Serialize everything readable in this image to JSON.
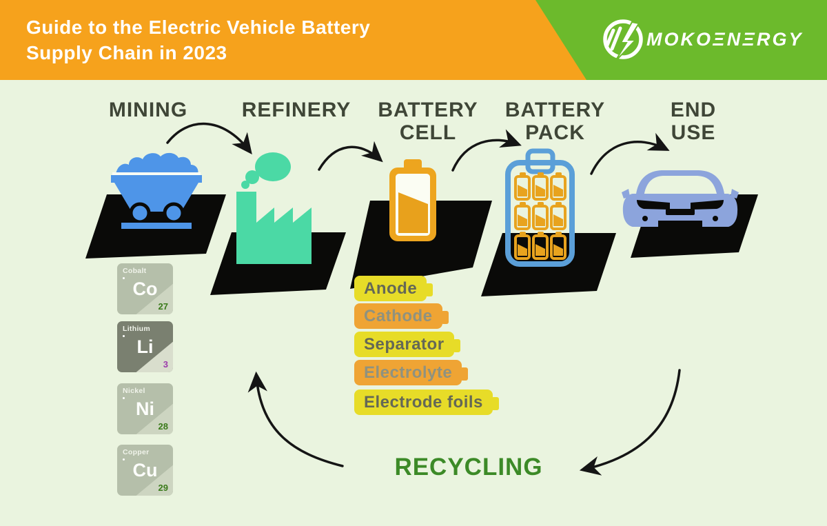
{
  "header": {
    "title_line1": "Guide to the Electric Vehicle Battery",
    "title_line2": "Supply Chain in 2023",
    "brand_display": "MOKOΞNΞRGY",
    "colors": {
      "orange": "#F6A21C",
      "green": "#6CBA2C"
    }
  },
  "stages": [
    {
      "label": "MINING",
      "icon": "mine-cart-icon"
    },
    {
      "label": "REFINERY",
      "icon": "refinery-factory-icon"
    },
    {
      "label": "BATTERY CELL",
      "icon": "battery-cell-icon"
    },
    {
      "label": "BATTERY PACK",
      "icon": "battery-pack-icon"
    },
    {
      "label": "END USE",
      "icon": "ev-car-icon"
    }
  ],
  "elements": [
    {
      "name": "Cobalt",
      "symbol": "Co",
      "number": "27",
      "theme": "light",
      "number_color": "#3A7A1A"
    },
    {
      "name": "Lithium",
      "symbol": "Li",
      "number": "3",
      "theme": "dark",
      "number_color": "#9C3AAB"
    },
    {
      "name": "Nickel",
      "symbol": "Ni",
      "number": "28",
      "theme": "light",
      "number_color": "#3A7A1A"
    },
    {
      "name": "Copper",
      "symbol": "Cu",
      "number": "29",
      "theme": "light",
      "number_color": "#3A7A1A"
    }
  ],
  "components": [
    {
      "label": "Anode",
      "variant": "yellow"
    },
    {
      "label": "Cathode",
      "variant": "orange"
    },
    {
      "label": "Separator",
      "variant": "yellow"
    },
    {
      "label": "Electrolyte",
      "variant": "orange"
    },
    {
      "label": "Electrode foils",
      "variant": "yellow"
    }
  ],
  "recycling": {
    "label": "RECYCLING",
    "color": "#3C8A27"
  },
  "palette": {
    "background": "#EAF4DF",
    "platform_black": "#0A0A08",
    "cart_blue": "#4E95E8",
    "factory_teal": "#4BD9A5",
    "battery_orange": "#EDA51F",
    "pack_blue": "#5B9FD8",
    "car_blue": "#8CA4DC",
    "pill_yellow": "#E7DC28",
    "pill_orange": "#EFA434",
    "stage_label_dark": "#3F4637"
  }
}
